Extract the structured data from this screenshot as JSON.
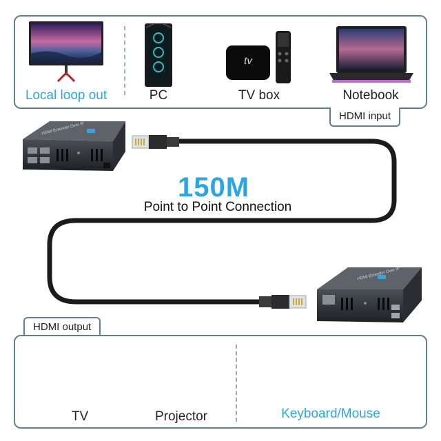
{
  "top_devices": {
    "local_loop_out": "Local loop out",
    "pc": "PC",
    "tv_box": "TV box",
    "tv_box_logo": "tv",
    "notebook": "Notebook"
  },
  "hdmi_input_tag": "HDMI input",
  "hdmi_output_tag": "HDMI output",
  "connection": {
    "distance": "150M",
    "description": "Point to Point Connection"
  },
  "extender_label": "HDMI Extender Over IP",
  "bottom_devices": {
    "tv": "TV",
    "projector": "Projector",
    "keyboard_mouse": "Keyboard/Mouse"
  },
  "colors": {
    "accent": "#2aa6e3",
    "frame": "#5d7f94"
  }
}
